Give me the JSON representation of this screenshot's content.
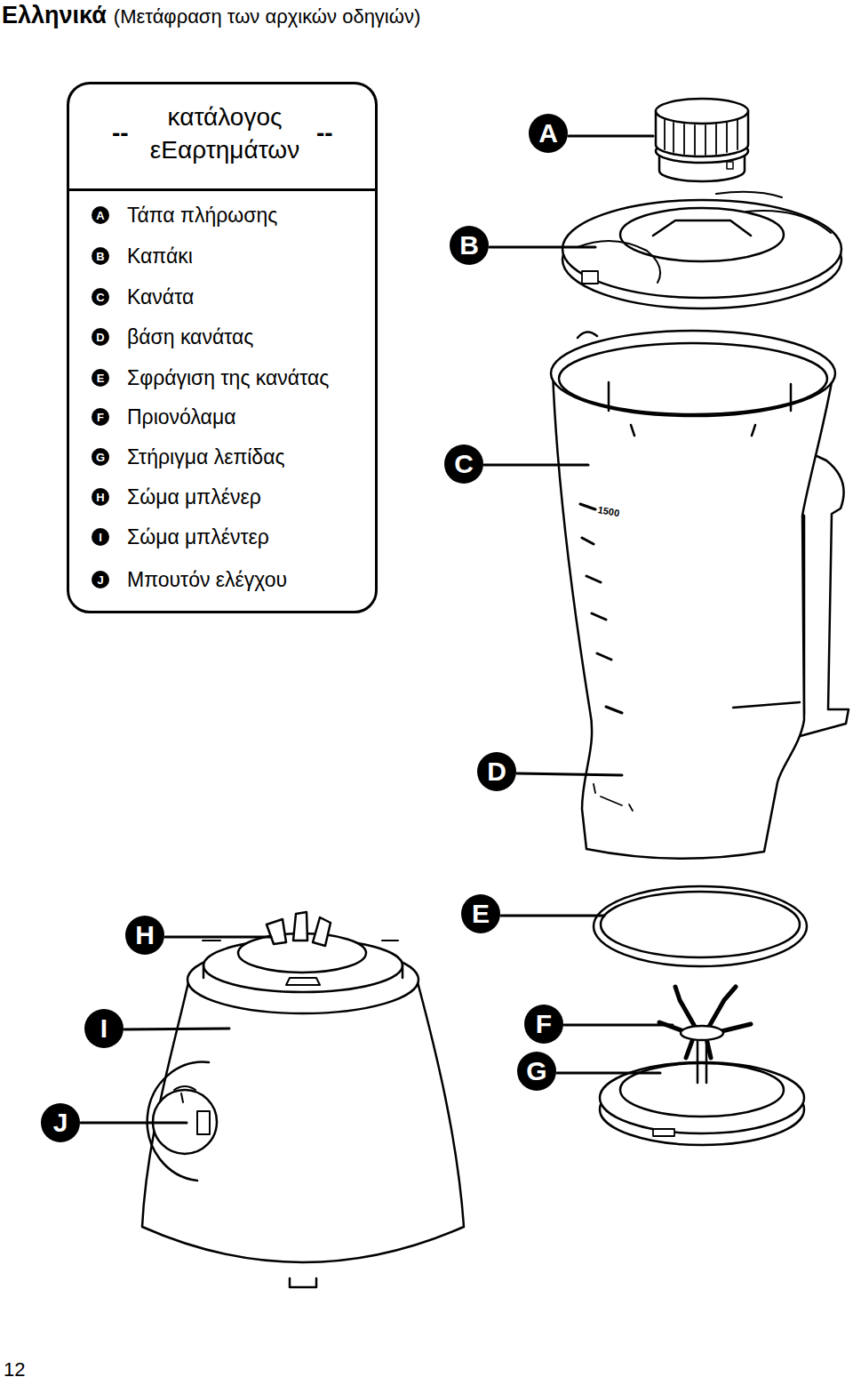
{
  "diagram": {
    "title": "Ελληνικά",
    "nodes": [
      {
        "text": [
          "--",
          "κατάλογος εΕαρτημάτων",
          "--",
          "Τάπα πλήρωσης",
          "Καπάκι",
          "Κανάτα",
          "βάση κανάτας",
          "Σφράγιση της κανάτας",
          "Πριονόλαμα",
          "Στήριγμα λεπίδας",
          "Σώμα μπλένερ",
          "Σώμα μπλέντερ",
          "Μπουτόν ελέγχου"
        ]
      },
      {
        "text": [
          "A"
        ],
        "in": 0
      },
      {
        "text": [
          "B"
        ],
        "in": 0
      },
      {
        "text": [
          "C"
        ],
        "in": 0
      },
      {
        "text": [
          "D"
        ],
        "in": 0
      },
      {
        "text": [
          "E"
        ],
        "in": 0
      },
      {
        "text": [
          "F"
        ],
        "in": 0
      },
      {
        "text": [
          "G"
        ],
        "in": 0
      },
      {
        "text": [
          "H"
        ],
        "in": 0
      },
      {
        "text": [
          "I"
        ],
        "in": 0
      },
      {
        "text": [
          "J"
        ],
        "in": 0
      },
      {
        "text": [
          "A"
        ]
      },
      {
        "text": [
          "B"
        ]
      },
      {
        "text": [
          "C"
        ]
      },
      {
        "text": [
          "D"
        ]
      },
      {
        "text": [
          "E"
        ]
      },
      {
        "text": [
          "H"
        ]
      },
      {
        "text": [
          "F"
        ]
      },
      {
        "text": [
          "I"
        ]
      },
      {
        "text": [
          "G"
        ]
      },
      {
        "text": [
          "J"
        ]
      }
    ],
    "labels": [
      "(Μετάφραση των αρχικών οδηγιών)",
      "1500",
      "12"
    ]
  }
}
